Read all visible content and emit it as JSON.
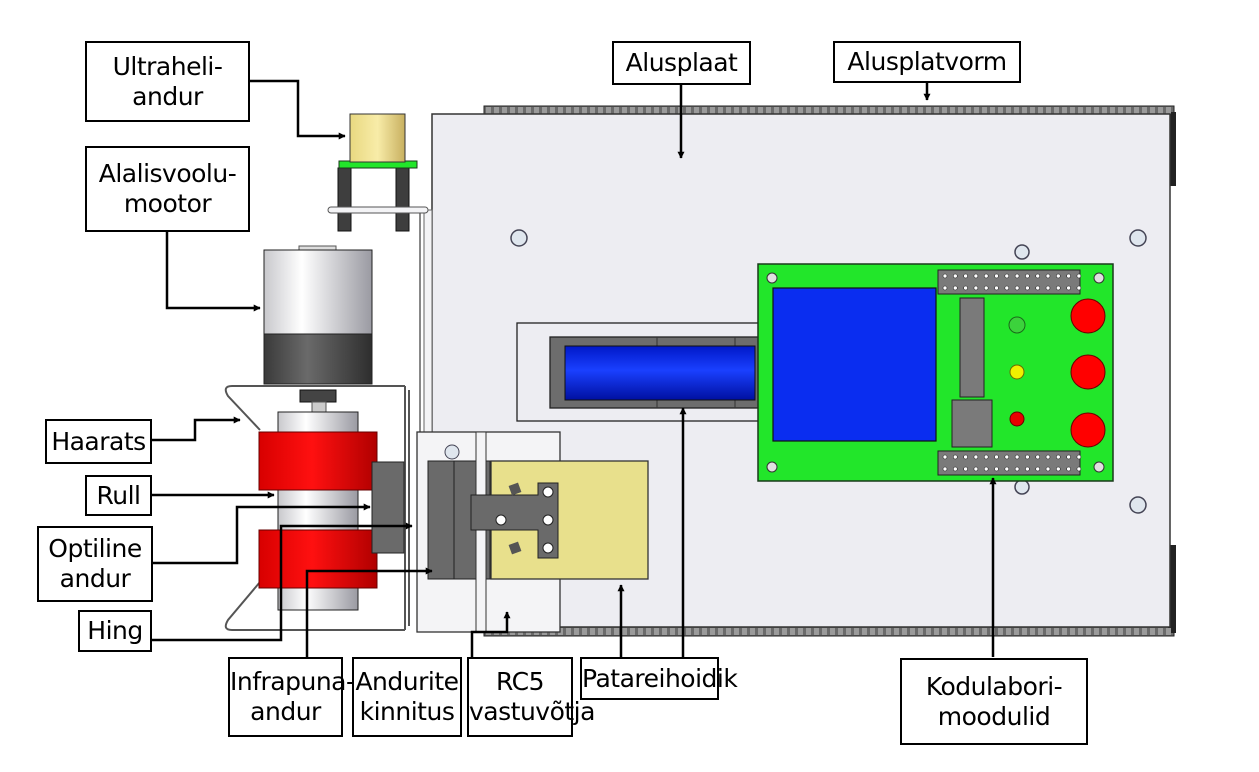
{
  "diagram": {
    "title": "Robot platform component layout",
    "colors": {
      "base_plate": "#ededf2",
      "pcb_green": "#22e62a",
      "lcd_blue": "#0a2df0",
      "battery_blue": "#0a2ef5",
      "roller_red": "#f20000",
      "button_red": "#ff0000",
      "receiver_yellow": "#e8e08c",
      "ultrasonic_yellow": "#f0e090",
      "connector_gray": "#7a7a7a",
      "motor_dark": "#4a4a4a",
      "led_green": "#3cd23c",
      "led_yellow": "#f0f000",
      "led_red": "#e80000"
    },
    "labels": {
      "ultrasonic": [
        "Ultraheli-",
        "andur"
      ],
      "dc_motor": [
        "Alalisvoolu-",
        "mootor"
      ],
      "gripper": [
        "Haarats"
      ],
      "roller": [
        "Rull"
      ],
      "optical_sensor": [
        "Optiline",
        "andur"
      ],
      "hinge": [
        "Hing"
      ],
      "infrared_sensor": [
        "Infrapuna-",
        "andur"
      ],
      "sensor_mount": [
        "Andurite",
        "kinnitus"
      ],
      "rc5_receiver": [
        "RC5",
        "vastuvõtja"
      ],
      "battery_holder": [
        "Patareihoidik"
      ],
      "homelab_modules": [
        "Kodulabori-",
        "moodulid"
      ],
      "base_plate": [
        "Alusplaat"
      ],
      "base_platform": [
        "Alusplatvorm"
      ]
    }
  }
}
